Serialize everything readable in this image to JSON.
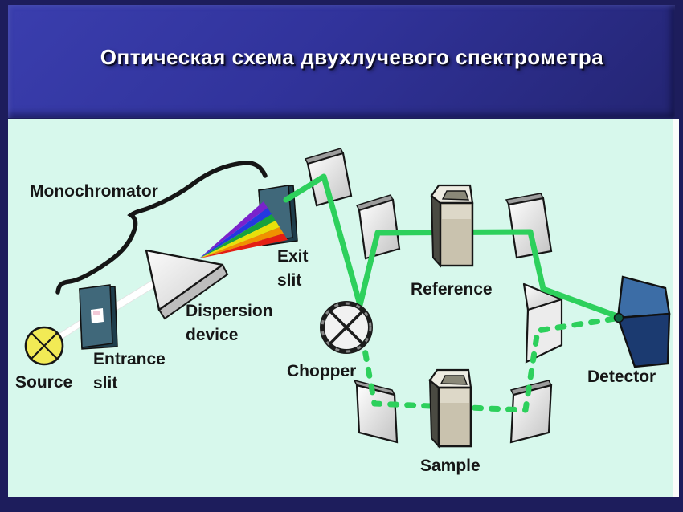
{
  "title": "Оптическая схема двухлучевого спектрометра",
  "labels": {
    "monochromator": "Monochromator",
    "source": "Source",
    "entrance_slit": "Entrance\nslit",
    "dispersion_device": "Dispersion\ndevice",
    "exit_slit": "Exit\nslit",
    "chopper": "Chopper",
    "reference": "Reference",
    "sample": "Sample",
    "detector": "Detector"
  },
  "colors": {
    "frame_navy": "#1d1d5c",
    "title_band_blue": "#31339b",
    "title_text": "#ffffff",
    "diagram_bg_mint": "#d7f8ec",
    "beam_green": "#2dd05c",
    "beam_white": "#ffffff",
    "slit_teal": "#40687a",
    "slit_shadow": "#1e3d4b",
    "source_yellow": "#f2ea55",
    "cuvette_tan": "#c9c2ae",
    "cuvette_top": "#eeece2",
    "detector_front_navy": "#1b3a70",
    "detector_top_blue": "#3c6da6",
    "outline_black": "#161616",
    "rainbow": [
      "#7a22cc",
      "#2438e0",
      "#18a23c",
      "#e8e00a",
      "#f09000",
      "#e41e14"
    ]
  }
}
